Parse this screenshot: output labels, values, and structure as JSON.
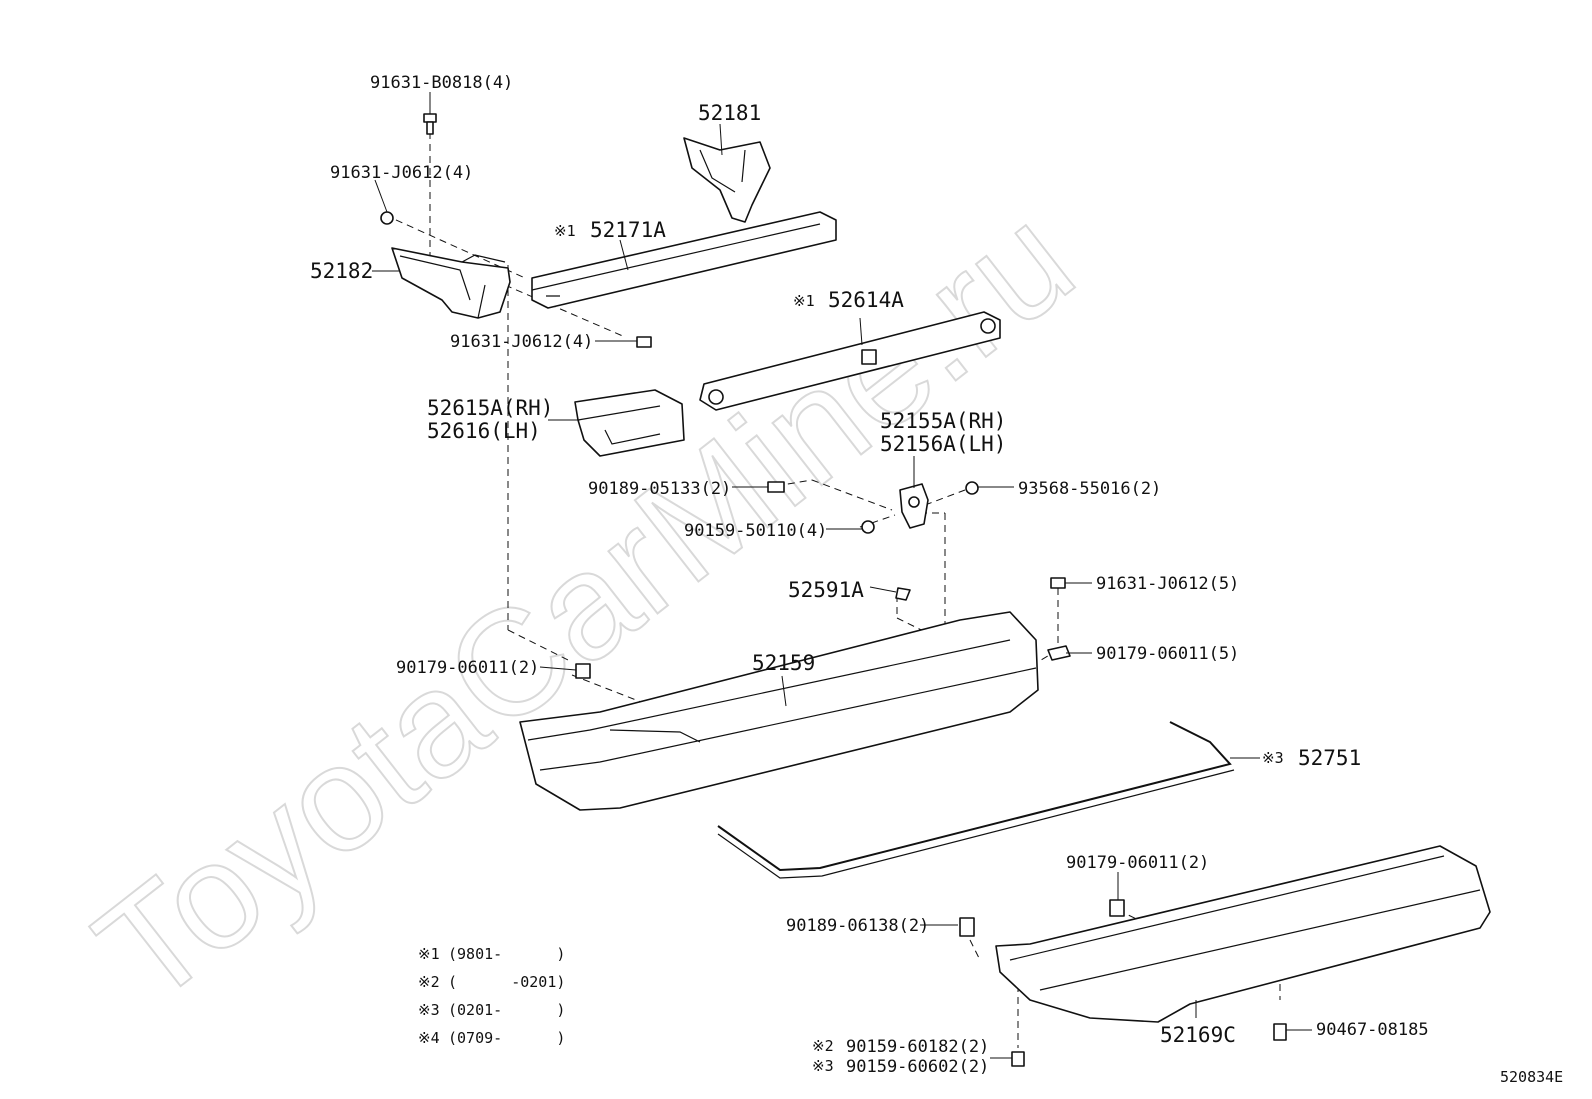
{
  "watermark": "ToyotaCarMine.ru",
  "diagram_code": "520834E",
  "labels": {
    "p91631_B0818": "91631-B0818(4)",
    "p91631_J0612_a": "91631-J0612(4)",
    "p52182": "52182",
    "p91631_J0612_b": "91631-J0612(4)",
    "p52181": "52181",
    "p52171A_mark": "※1",
    "p52171A": "52171A",
    "p52614A_mark": "※1",
    "p52614A": "52614A",
    "p52615A": "52615A(RH)",
    "p52616": "52616(LH)",
    "p52155A": "52155A(RH)",
    "p52156A": "52156A(LH)",
    "p90189_05133": "90189-05133(2)",
    "p93568_55016": "93568-55016(2)",
    "p90159_50110": "90159-50110(4)",
    "p52591A": "52591A",
    "p91631_J0612_c": "91631-J0612(5)",
    "p90179_06011_5": "90179-06011(5)",
    "p90179_06011_2a": "90179-06011(2)",
    "p52159": "52159",
    "p52751_mark": "※3",
    "p52751": "52751",
    "p90179_06011_2b": "90179-06011(2)",
    "p90189_06138": "90189-06138(2)",
    "p90467_08185": "90467-08185",
    "p52169C": "52169C",
    "p90159_60182_mark": "※2",
    "p90159_60182": "90159-60182(2)",
    "p90159_60602_mark": "※3",
    "p90159_60602": "90159-60602(2)"
  },
  "notes": [
    {
      "mark": "※1",
      "range": "(9801-      )"
    },
    {
      "mark": "※2",
      "range": "(      -0201)"
    },
    {
      "mark": "※3",
      "range": "(0201-      )"
    },
    {
      "mark": "※4",
      "range": "(0709-      )"
    }
  ]
}
